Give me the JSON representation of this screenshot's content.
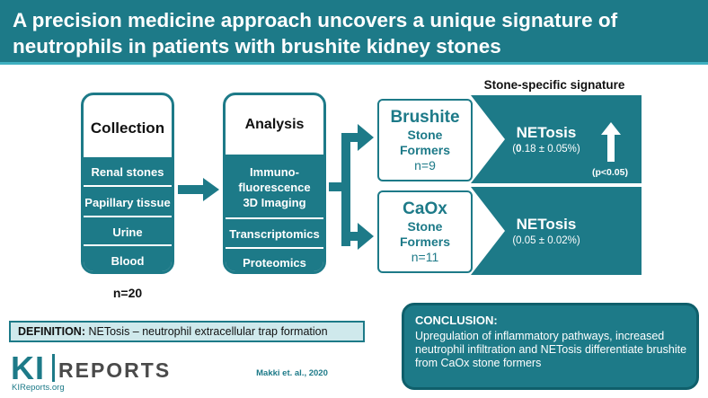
{
  "title": "A precision medicine approach uncovers a unique signature of neutrophils in patients with brushite kidney stones",
  "colors": {
    "teal": "#1d7a88",
    "light_teal": "#cfe9ec",
    "accent": "#3fb0c0"
  },
  "collection": {
    "heading": "Collection",
    "items": [
      "Renal stones",
      "Papillary tissue",
      "Urine",
      "Blood"
    ],
    "n": "n=20"
  },
  "analysis": {
    "heading": "Analysis",
    "items": [
      "Immuno-\nfluorescence\n3D Imaging",
      "Transcriptomics",
      "Proteomics"
    ]
  },
  "signature_heading": "Stone-specific signature",
  "groups": [
    {
      "name": "Brushite",
      "line2": "Stone",
      "line3": "Formers",
      "n": "n=9",
      "result_title": "NETosis",
      "result_value_prefix": "(",
      "result_value_bold": "0",
      "result_value_rest": ".18 ± 0.05%)",
      "pvalue": "(p<0.05)",
      "arrow": "up-arrow-icon"
    },
    {
      "name": "CaOx",
      "line2": "Stone",
      "line3": "Formers",
      "n": "n=11",
      "result_title": "NETosis",
      "result_value": "(0.05 ± 0.02%)"
    }
  ],
  "definition": {
    "label": "DEFINITION:",
    "text": " NETosis – neutrophil extracellular trap formation"
  },
  "conclusion": {
    "heading": "CONCLUSION:",
    "text": "Upregulation of inflammatory pathways, increased neutrophil infiltration and NETosis differentiate brushite from CaOx stone formers"
  },
  "logo": {
    "ki": "KI",
    "reports": "REPORTS",
    "url": "KIReports.org"
  },
  "citation": "Makki et. al., 2020"
}
